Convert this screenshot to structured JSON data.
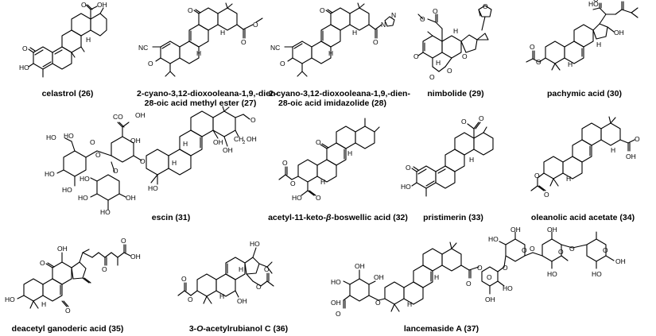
{
  "figure": {
    "compounds": [
      {
        "id": "c26",
        "name": "celastrol",
        "number": "(26)",
        "labels": [
          "O",
          "OH",
          "HO",
          "O",
          "H"
        ]
      },
      {
        "id": "c27",
        "name": "2-cyano-3,12-dioxooleana-1,9,-dien-",
        "name_line2": "28-oic acid methyl ester",
        "number": "(27)",
        "labels": [
          "NC",
          "O",
          "O",
          "O",
          "O",
          "H",
          "H"
        ]
      },
      {
        "id": "c28",
        "name": "2-cyano-3,12-dioxooleana-1,9,-dien-",
        "name_line2": "28-oic acid imidazolide",
        "number": "(28)",
        "labels": [
          "NC",
          "O",
          "O",
          "O",
          "N",
          "N",
          "H",
          "H"
        ]
      },
      {
        "id": "c29",
        "name": "nimbolide",
        "number": "(29)",
        "labels": [
          "O",
          "O",
          "O",
          "O",
          "O",
          "O",
          "O",
          "H",
          "H"
        ]
      },
      {
        "id": "c30",
        "name": "pachymic acid",
        "number": "(30)",
        "labels": [
          "HO",
          "O",
          "OH",
          "O",
          "O",
          "H",
          "H"
        ]
      },
      {
        "id": "c31",
        "name": "escin",
        "number": "(31)",
        "labels": [
          "OH",
          "HO",
          "O",
          "O",
          "HO",
          "HO",
          "OH",
          "CO",
          "O",
          "CH",
          "2",
          "OH",
          "OH",
          "O",
          "HO",
          "HO",
          "HO",
          "OH",
          "HO",
          "O",
          "OH",
          "HO",
          "H",
          "H"
        ]
      },
      {
        "id": "c32",
        "name": "acetyl-11-keto-",
        "name_beta": "β",
        "name_tail": "-boswellic acid",
        "number": "(32)",
        "labels": [
          "O",
          "O",
          "O",
          "O",
          "HO",
          "H",
          "H"
        ]
      },
      {
        "id": "c33",
        "name": "pristimerin",
        "number": "(33)",
        "labels": [
          "O",
          "O",
          "O",
          "HO",
          "H"
        ]
      },
      {
        "id": "c34",
        "name": "oleanolic acid acetate",
        "number": "(34)",
        "labels": [
          "O",
          "OH",
          "O",
          "O",
          "H",
          "H"
        ]
      },
      {
        "id": "c35",
        "name": "deacetyl ganoderic acid",
        "number": "(35)",
        "labels": [
          "OH",
          "O",
          "O",
          "O",
          "OH",
          "O",
          "HO",
          "H"
        ]
      },
      {
        "id": "c36",
        "name": "3-",
        "name_o": "O",
        "name_tail": "-acetylrubianol C",
        "number": "(36)",
        "labels": [
          "HO",
          "O",
          "O",
          "O",
          "O",
          "OH",
          "H",
          "H"
        ]
      },
      {
        "id": "c37",
        "name": "lancemaside A",
        "number": "(37)",
        "labels": [
          "OH",
          "OH",
          "HO",
          "O",
          "O",
          "OH",
          "O",
          "O",
          "OH",
          "HO",
          "O",
          "HO",
          "O",
          "O",
          "O",
          "O",
          "HO",
          "O",
          "HO",
          "OH",
          "OH",
          "O",
          "OH",
          "H",
          "H"
        ]
      }
    ]
  }
}
